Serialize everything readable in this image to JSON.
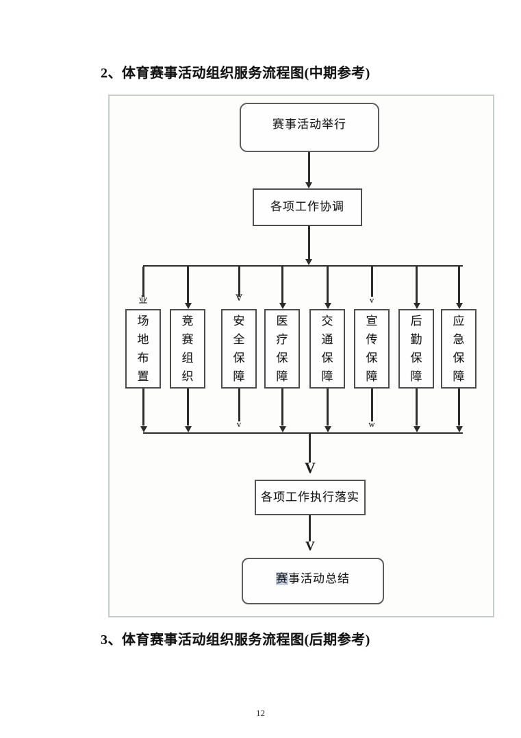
{
  "page": {
    "heading2": "2、体育赛事活动组织服务流程图(中期参考)",
    "heading3": "3、体育赛事活动组织服务流程图(后期参考)",
    "page_number": "12"
  },
  "flowchart": {
    "start": "赛事活动举行",
    "coordination": "各项工作协调",
    "branches": [
      {
        "label": "场地布置",
        "arrow_top_glyph": "业",
        "arrow_bottom_glyph": null
      },
      {
        "label": "竞赛组织",
        "arrow_top_glyph": null,
        "arrow_bottom_glyph": null
      },
      {
        "label": "安全保障",
        "arrow_top_glyph": "V",
        "arrow_bottom_glyph": "v"
      },
      {
        "label": "医疗保障",
        "arrow_top_glyph": null,
        "arrow_bottom_glyph": null
      },
      {
        "label": "交通保障",
        "arrow_top_glyph": null,
        "arrow_bottom_glyph": null
      },
      {
        "label": "宣传保障",
        "arrow_top_glyph": "v",
        "arrow_bottom_glyph": "w"
      },
      {
        "label": "后勤保障",
        "arrow_top_glyph": null,
        "arrow_bottom_glyph": null
      },
      {
        "label": "应急保障",
        "arrow_top_glyph": null,
        "arrow_bottom_glyph": null
      }
    ],
    "execution": "各项工作执行落实",
    "summary": "赛事活动总结",
    "exec_arrow_glyph": "V",
    "summary_arrow_glyph": "V",
    "colors": {
      "line": "#2e2e2e",
      "box_border": "#4c4c4c",
      "frame_border": "#c3cdca",
      "highlight": "#8ca5cd"
    }
  }
}
